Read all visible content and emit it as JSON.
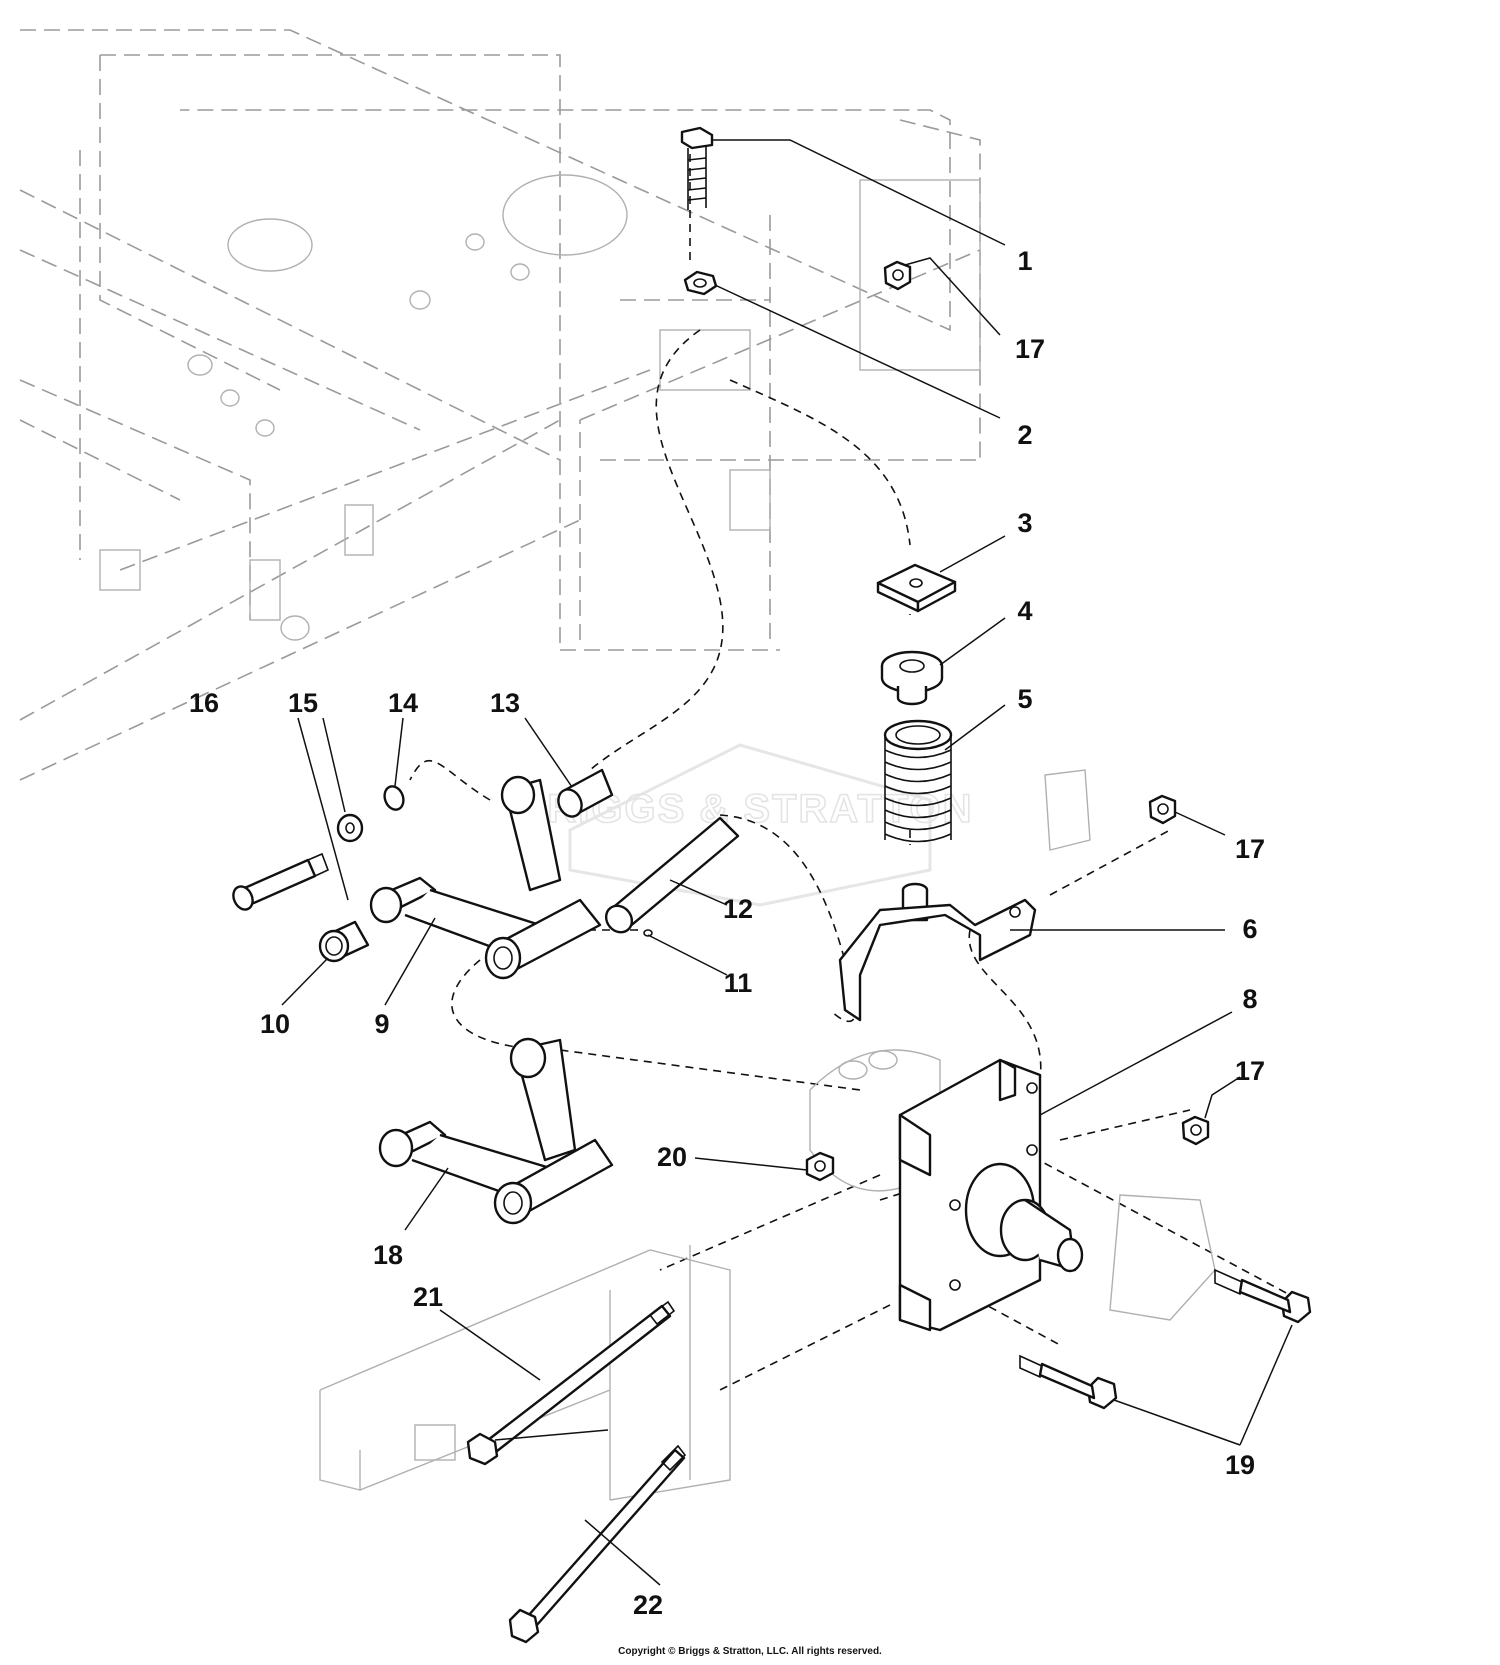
{
  "watermark": "BRIGGS & STRATTON",
  "copyright": "Copyright © Briggs & Stratton, LLC. All rights reserved.",
  "callouts": [
    {
      "id": "1",
      "label": "1"
    },
    {
      "id": "17a",
      "label": "17"
    },
    {
      "id": "2",
      "label": "2"
    },
    {
      "id": "3",
      "label": "3"
    },
    {
      "id": "4",
      "label": "4"
    },
    {
      "id": "5",
      "label": "5"
    },
    {
      "id": "17b",
      "label": "17"
    },
    {
      "id": "6",
      "label": "6"
    },
    {
      "id": "8",
      "label": "8"
    },
    {
      "id": "17c",
      "label": "17"
    },
    {
      "id": "16",
      "label": "16"
    },
    {
      "id": "15",
      "label": "15"
    },
    {
      "id": "14",
      "label": "14"
    },
    {
      "id": "13",
      "label": "13"
    },
    {
      "id": "12",
      "label": "12"
    },
    {
      "id": "11",
      "label": "11"
    },
    {
      "id": "10",
      "label": "10"
    },
    {
      "id": "9",
      "label": "9"
    },
    {
      "id": "20",
      "label": "20"
    },
    {
      "id": "18",
      "label": "18"
    },
    {
      "id": "21",
      "label": "21"
    },
    {
      "id": "19",
      "label": "19"
    },
    {
      "id": "22",
      "label": "22"
    }
  ]
}
